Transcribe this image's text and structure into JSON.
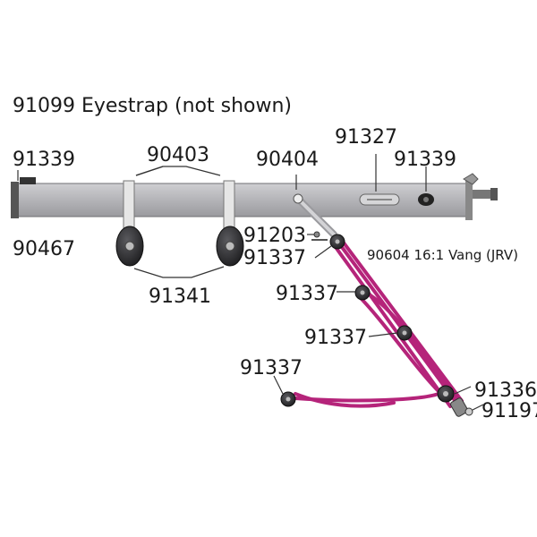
{
  "title": "91099 Eyestrap (not shown)",
  "labels": {
    "p91339_left": "91339",
    "p90403": "90403",
    "p90404": "90404",
    "p91327": "91327",
    "p91339_right": "91339",
    "p90467": "90467",
    "p91203": "91203",
    "p91337_a": "91337",
    "p90604": "90604 16:1 Vang (JRV)",
    "p91341": "91341",
    "p91337_b": "91337",
    "p91337_c": "91337",
    "p91337_d": "91337",
    "p91336": "91336",
    "p91197": "91197"
  },
  "colors": {
    "boom": "#b9b9bc",
    "boom_edge": "#6f6f73",
    "line": "#b5247a",
    "block": "#2c2c2e",
    "strap": "#e6e6e6"
  }
}
